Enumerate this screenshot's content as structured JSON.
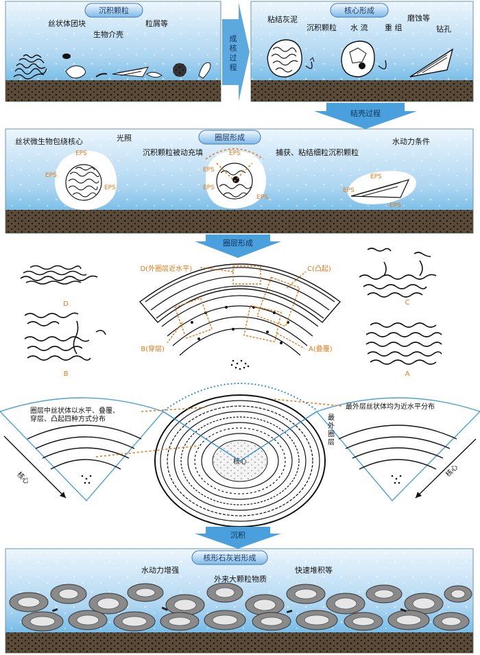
{
  "colors": {
    "water_top": "#dff0fb",
    "water_bottom": "#4aa8e0",
    "sediment": "#5a4a38",
    "accent": "#e07a18",
    "arrow": "#4aa0dc"
  },
  "panel1": {
    "badge": "沉积颗粒",
    "labels": [
      "丝状体团块",
      "生物介壳",
      "粒屑等"
    ]
  },
  "arrow1": [
    "成",
    "核",
    "过",
    "程"
  ],
  "panel2": {
    "badge": "核心形成",
    "labels": [
      "粘结灰泥",
      "沉积颗粒",
      "水  流",
      "重  组",
      "磨蚀等",
      "钻孔"
    ]
  },
  "arrow2": "结壳过程",
  "panel3": {
    "badge": "圈层形成",
    "labels": [
      "丝状微生物包绕核心",
      "光照",
      "沉积颗粒被动充填",
      "捕获、粘结细粒沉积颗粒",
      "水动力条件"
    ],
    "eps": "EPS"
  },
  "arrow3": "圈层形成",
  "panel4": {
    "letters": [
      "D",
      "B",
      "C",
      "A"
    ],
    "annot": [
      "D(外圈层近水平)",
      "C(凸起)",
      "B(穿层)",
      "A(叠覆)"
    ]
  },
  "panel5": {
    "left_text": [
      "圈层中丝状体以水平、叠覆、",
      "穿层、凸起四种方式分布"
    ],
    "left_axis": "核心",
    "right_text_1": "最外层丝状体均为近水平分布",
    "right_vert": [
      "最",
      "外",
      "圈",
      "层"
    ],
    "right_axis": "核心",
    "center_label": "核心"
  },
  "arrow4": "沉积",
  "panel6": {
    "badge": "核形石灰岩形成",
    "labels": [
      "水动力增强",
      "外来大颗粒物质",
      "快速堆积等"
    ]
  }
}
